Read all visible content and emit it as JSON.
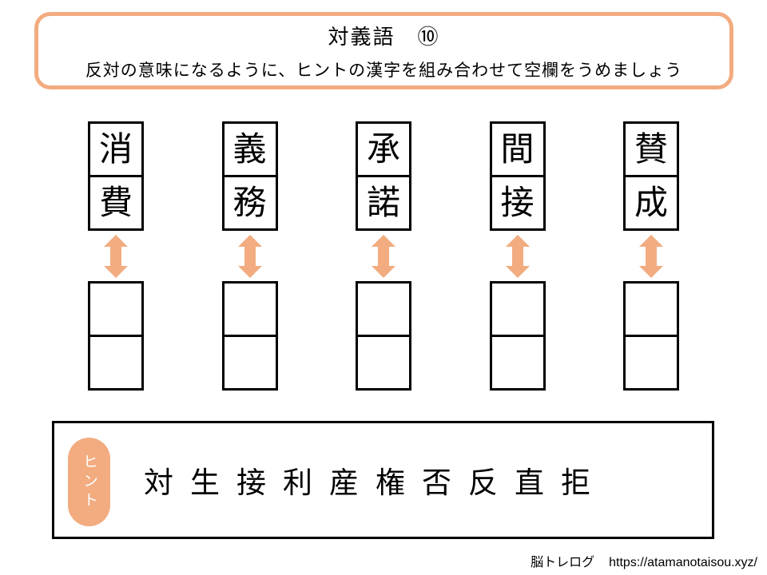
{
  "page": {
    "title": "対義語　⑩",
    "subtitle": "反対の意味になるように、ヒントの漢字を組み合わせて空欄をうめましょう"
  },
  "puzzle": {
    "pairs": [
      {
        "top": "消",
        "bottom": "費"
      },
      {
        "top": "義",
        "bottom": "務"
      },
      {
        "top": "承",
        "bottom": "諾"
      },
      {
        "top": "間",
        "bottom": "接"
      },
      {
        "top": "賛",
        "bottom": "成"
      }
    ],
    "answer_cells_per_column": 2
  },
  "hint": {
    "label": "ヒント",
    "characters": [
      "対",
      "生",
      "接",
      "利",
      "産",
      "権",
      "否",
      "反",
      "直",
      "拒"
    ]
  },
  "footer": {
    "site_name": "脳トレログ",
    "url": "https://atamanotaisou.xyz/"
  },
  "colors": {
    "accent": "#F2AC80",
    "line": "#000000",
    "background": "#FFFFFF",
    "hint_label_text": "#FFFFFF"
  },
  "icons": {
    "double_arrow": "↕"
  }
}
